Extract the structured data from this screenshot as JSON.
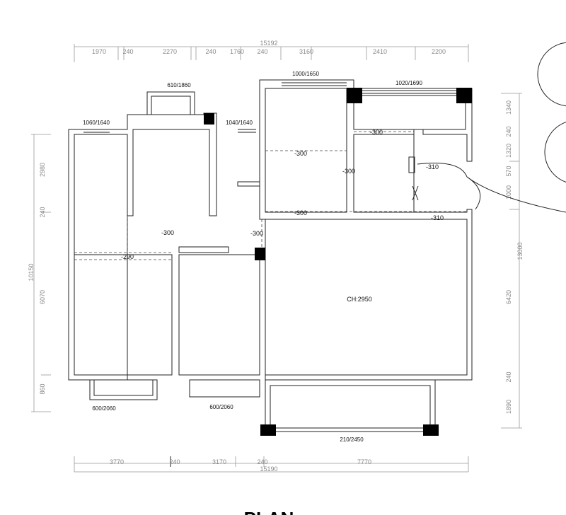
{
  "title": "PLAN",
  "dimensions": {
    "top_total": "15192",
    "top": [
      "1970",
      "240",
      "2270",
      "240",
      "1760",
      "240",
      "3160",
      "2410",
      "2200"
    ],
    "bottom_total": "15190",
    "bottom": [
      "3770",
      "240",
      "3170",
      "240",
      "7770"
    ],
    "left_total": "10150",
    "left": [
      "2980",
      "240",
      "6070",
      "860"
    ],
    "right_total": "13000",
    "right": [
      "1340",
      "240",
      "1320",
      "570",
      "1000",
      "6420",
      "240",
      "1890"
    ]
  },
  "windows": [
    "1060/1640",
    "610/1860",
    "1040/1640",
    "1000/1650",
    "1020/1690",
    "600/2060",
    "600/2060",
    "210/2450"
  ],
  "levels": [
    "-300",
    "-300",
    "-300",
    "-310",
    "-300",
    "-310",
    "-300",
    "-300",
    "-290"
  ],
  "ceiling_height": "CH:2950"
}
